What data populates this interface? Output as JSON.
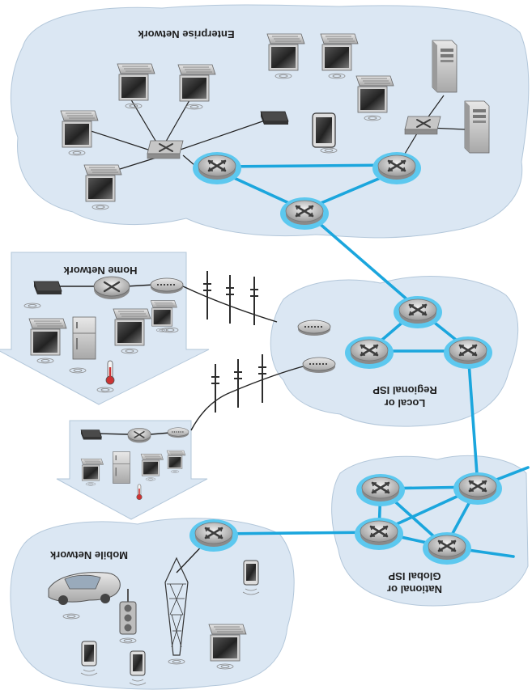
{
  "regions": {
    "enterprise": {
      "label": "Enterprise Network"
    },
    "home": {
      "label": "Home Network"
    },
    "regional_isp": {
      "label_line1": "Regional ISP",
      "label_line2": "Local or"
    },
    "national_isp": {
      "label_line1": "Global ISP",
      "label_line2": "National or"
    },
    "mobile": {
      "label": "Mobile Network"
    }
  },
  "colors": {
    "cloud_fill": "#dbe7f3",
    "link_isp": "#1ba6dd",
    "router_ring": "#5cc8ef",
    "link_access": "#222222"
  },
  "icons": [
    "router-icon",
    "switch-icon",
    "laptop-icon",
    "desktop-icon",
    "server-icon",
    "wifi-access-point-icon",
    "cable-modem-icon",
    "smartphone-icon",
    "refrigerator-icon",
    "thermometer-icon",
    "car-icon",
    "traffic-light-icon",
    "cell-tower-icon",
    "telephone-pole-icon"
  ],
  "orientation": "mirrored"
}
